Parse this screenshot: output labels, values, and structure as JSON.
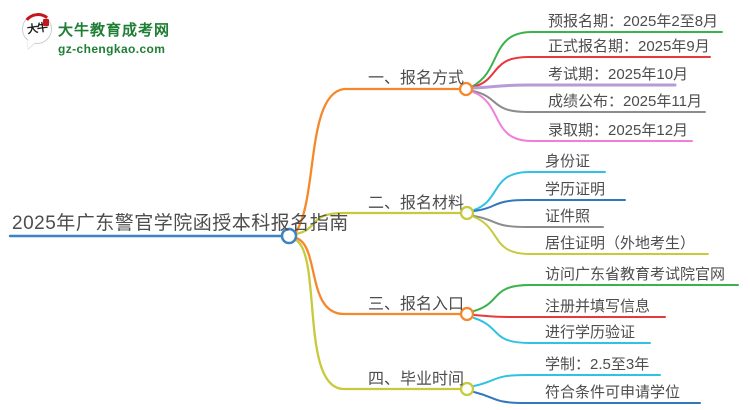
{
  "logo": {
    "mark_text": "大牛",
    "title": "大牛教育成考网",
    "domain": "gz-chengkao.com",
    "title_color": "#1E7E34",
    "mark_red": "#C5161D"
  },
  "text_color": "#4D4D4D",
  "background": "#FFFFFF",
  "root": {
    "label": "2025年广东警官学院函授本科报名指南",
    "color": "#3B83C4"
  },
  "branches": [
    {
      "label": "一、报名方式",
      "color": "#F6882C",
      "children": [
        {
          "label": "预报名期：2025年2至8月",
          "color": "#3BB24A"
        },
        {
          "label": "正式报名期：2025年9月",
          "color": "#E8383D"
        },
        {
          "label": "考试期：2025年10月",
          "color": "#B79BD6"
        },
        {
          "label": "成绩公布：2025年11月",
          "color": "#8C8C8C"
        },
        {
          "label": "录取期：2025年12月",
          "color": "#F07FD9"
        }
      ]
    },
    {
      "label": "二、报名材料",
      "color": "#C6CA3B",
      "children": [
        {
          "label": "身份证",
          "color": "#2FC2E2"
        },
        {
          "label": "学历证明",
          "color": "#3077BD"
        },
        {
          "label": "证件照",
          "color": "#8C8C8C"
        },
        {
          "label": "居住证明（外地考生）",
          "color": "#C6CA3B"
        }
      ]
    },
    {
      "label": "三、报名入口",
      "color": "#F6882C",
      "children": [
        {
          "label": "访问广东省教育考试院官网",
          "color": "#3BB24A"
        },
        {
          "label": "注册并填写信息",
          "color": "#E8383D"
        },
        {
          "label": "进行学历验证",
          "color": "#2FC2E2"
        }
      ]
    },
    {
      "label": "四、毕业时间",
      "color": "#C6CA3B",
      "children": [
        {
          "label": "学制：2.5至3年",
          "color": "#2FC2E2"
        },
        {
          "label": "符合条件可申请学位",
          "color": "#3077BD"
        }
      ]
    }
  ]
}
